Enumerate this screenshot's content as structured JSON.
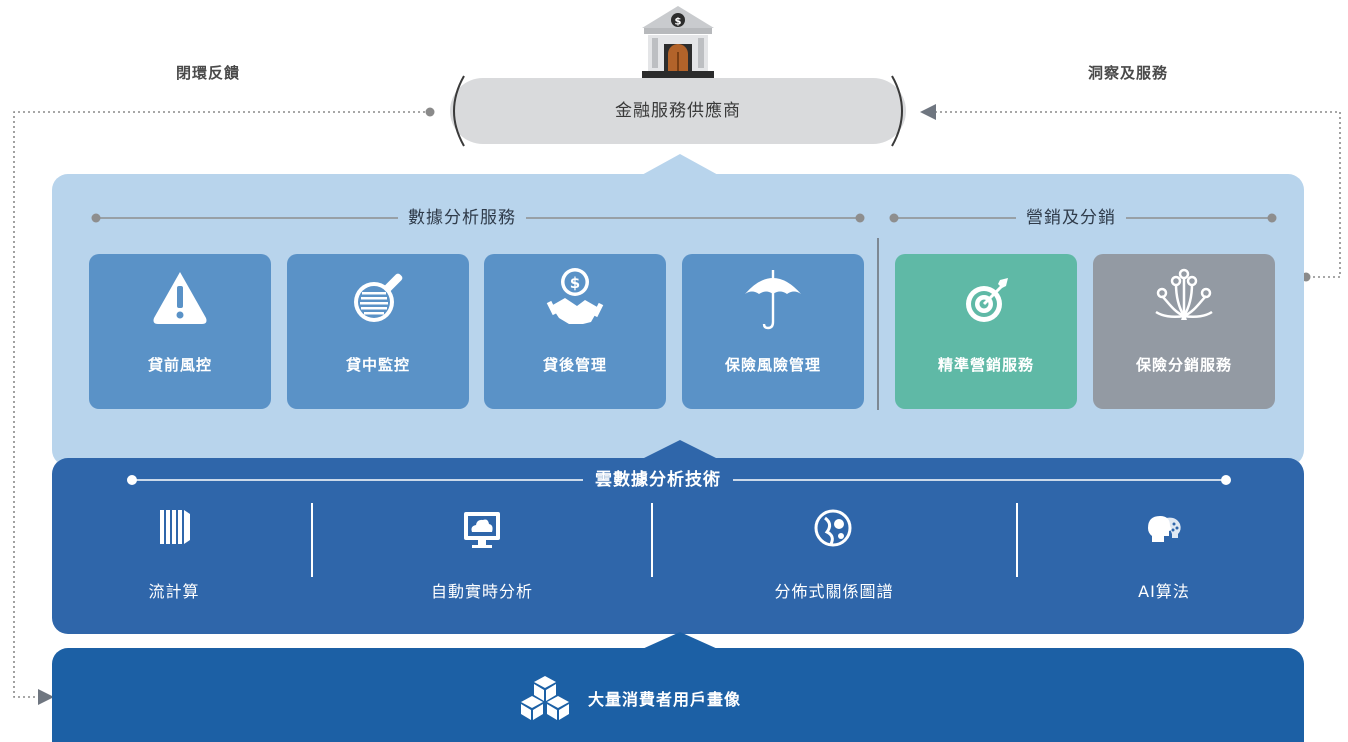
{
  "provider": {
    "title": "金融服務供應商"
  },
  "loop": {
    "left_label": "閉環反饋",
    "right_label": "洞察及服務"
  },
  "data_analysis": {
    "title": "數據分析服務",
    "cards": [
      {
        "label": "貸前風控",
        "icon": "warning-icon"
      },
      {
        "label": "貸中監控",
        "icon": "magnifier-data-icon"
      },
      {
        "label": "貸後管理",
        "icon": "dollar-handshake-icon"
      },
      {
        "label": "保險風險管理",
        "icon": "umbrella-icon"
      }
    ]
  },
  "marketing": {
    "title": "營銷及分銷",
    "cards": [
      {
        "label": "精準營銷服務",
        "icon": "target-icon"
      },
      {
        "label": "保險分銷服務",
        "icon": "network-branch-icon"
      }
    ]
  },
  "cloud_tech": {
    "title": "雲數據分析技術",
    "items": [
      {
        "label": "流計算",
        "icon": "stream-bars-icon"
      },
      {
        "label": "自動實時分析",
        "icon": "cloud-monitor-icon"
      },
      {
        "label": "分佈式關係圖譜",
        "icon": "globe-network-icon"
      },
      {
        "label": "AI算法",
        "icon": "ai-heads-icon"
      }
    ]
  },
  "base": {
    "label": "大量消費者用戶畫像",
    "icon": "cubes-icon"
  },
  "colors": {
    "light_panel": "#b8d4ec",
    "tech_panel": "#2f66aa",
    "base_panel": "#1c60a5",
    "card_blue": "#5a92c7",
    "card_green": "#5fb9a6",
    "card_grey": "#939aa3",
    "provider_pill": "#d9dadc"
  }
}
